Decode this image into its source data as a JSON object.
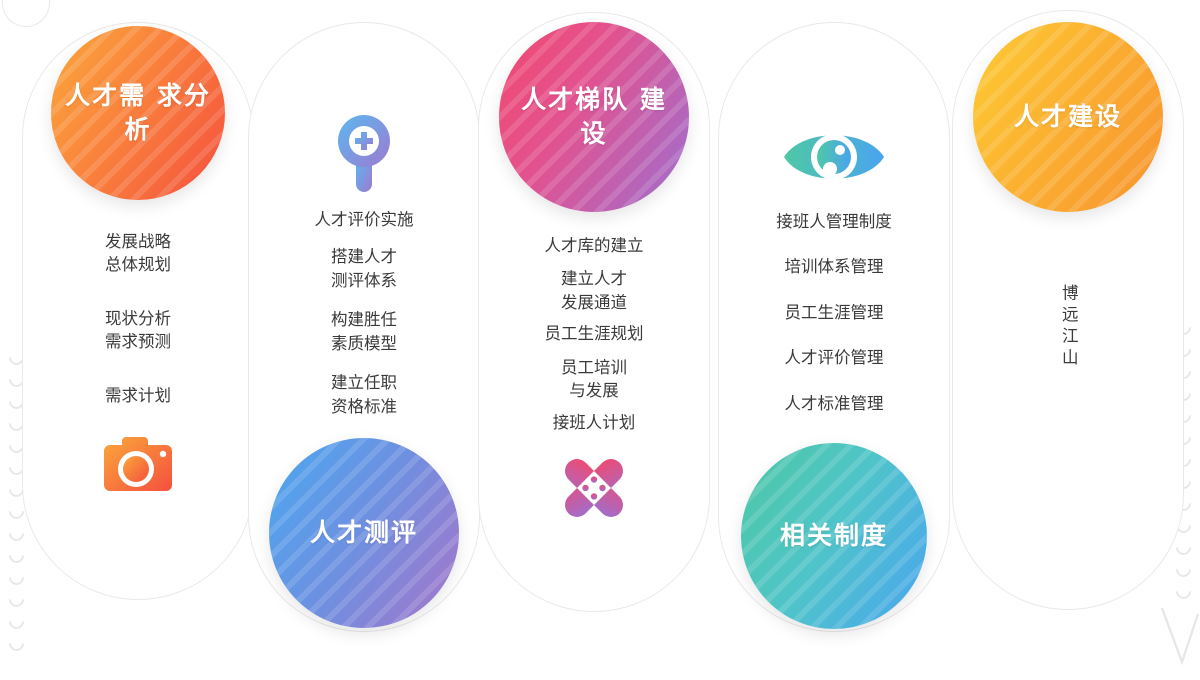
{
  "meta": {
    "title": "人才建设流程图",
    "background": "#ffffff",
    "text_color": "#3a3a3a",
    "outline_color": "#e9e9e9"
  },
  "brand": {
    "vertical_label": "博远江山"
  },
  "columns": [
    {
      "id": "talent-demand-analysis",
      "bubble": {
        "label": "人才需\n求分析",
        "position": "top",
        "gradient": "orange",
        "colors": [
          "#fba73b",
          "#f4503e"
        ]
      },
      "items": [
        "发展战略\n总体规划",
        "现状分析\n需求预测",
        "需求计划"
      ],
      "icon": {
        "name": "camera-icon",
        "colors": [
          "#fba73b",
          "#f4503e"
        ]
      }
    },
    {
      "id": "talent-assessment",
      "heading": "人才评价实施",
      "icon": {
        "name": "magnifier-plus-icon",
        "colors": [
          "#5bb8f0",
          "#9d7ad0"
        ]
      },
      "items": [
        "搭建人才\n测评体系",
        "构建胜任\n素质模型",
        "建立任职\n资格标准"
      ],
      "bubble": {
        "label": "人才测评",
        "position": "bottom",
        "gradient": "blue",
        "colors": [
          "#4aa8f0",
          "#a775c9"
        ]
      }
    },
    {
      "id": "talent-echelon-construction",
      "bubble": {
        "label": "人才梯队\n建设",
        "position": "top",
        "gradient": "pink",
        "colors": [
          "#f2496f",
          "#9d6fd0"
        ]
      },
      "items": [
        "人才库的建立",
        "建立人才\n发展通道",
        "员工生涯规划",
        "员工培训\n与发展",
        "接班人计划"
      ],
      "icon": {
        "name": "bandage-cross-icon",
        "colors": [
          "#f2496f",
          "#9d6fd0"
        ]
      }
    },
    {
      "id": "related-systems",
      "icon": {
        "name": "eye-icon",
        "colors": [
          "#4ec8a4",
          "#4aa4ef"
        ]
      },
      "items": [
        "接班人管理制度",
        "培训体系管理",
        "员工生涯管理",
        "人才评价管理",
        "人才标准管理"
      ],
      "bubble": {
        "label": "相关制度",
        "position": "bottom",
        "gradient": "teal",
        "colors": [
          "#4ec8a4",
          "#4aa4ef"
        ]
      }
    },
    {
      "id": "talent-construction",
      "bubble": {
        "label": "人才建设",
        "position": "top",
        "gradient": "yellow",
        "colors": [
          "#fdcc34",
          "#f79330"
        ]
      },
      "items": []
    }
  ]
}
